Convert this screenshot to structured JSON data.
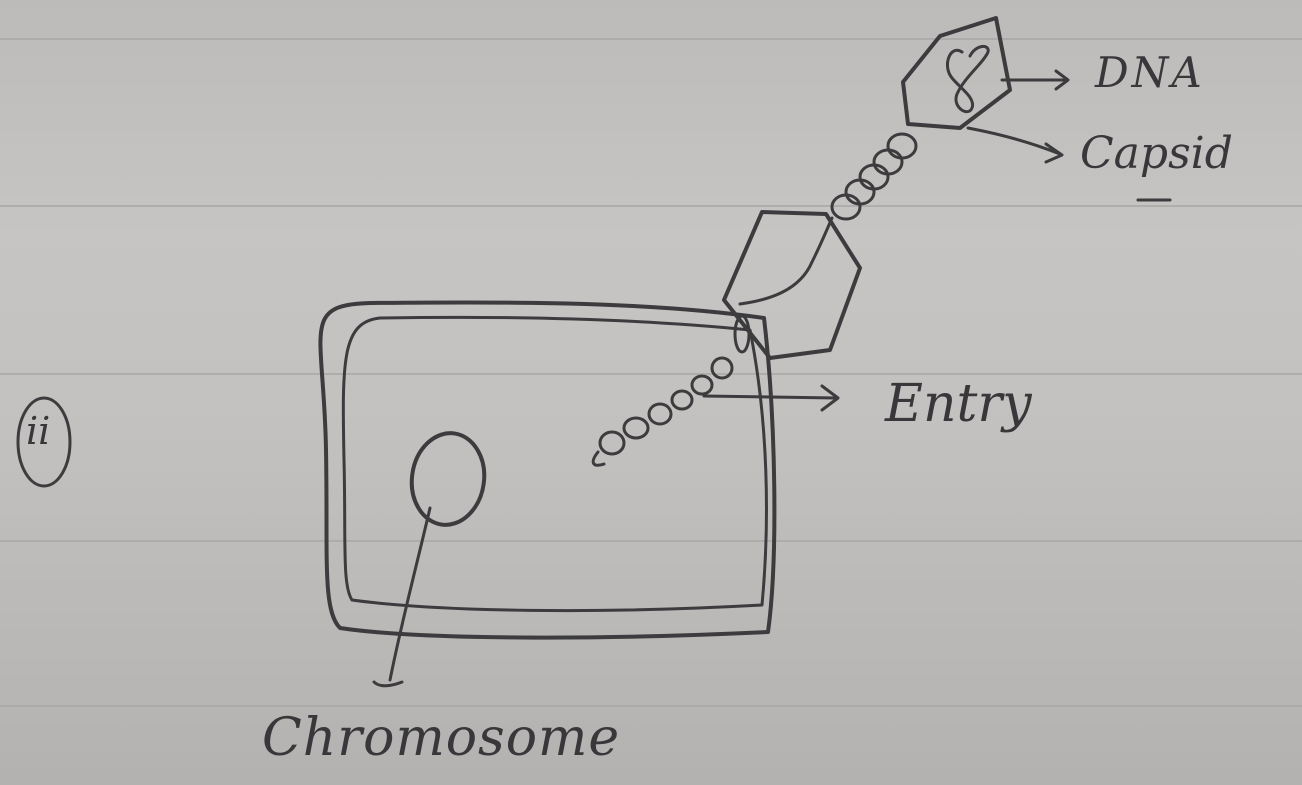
{
  "diagram": {
    "marker": "ii",
    "labels": {
      "dna": "DNA",
      "capsid": "Capsid",
      "entry": "Entry",
      "chromosome": "Chromosome"
    }
  },
  "colors": {
    "paper": "#c5c3c1",
    "ruled_line": "#a8a6a5",
    "ink": "#3c3b3e"
  }
}
